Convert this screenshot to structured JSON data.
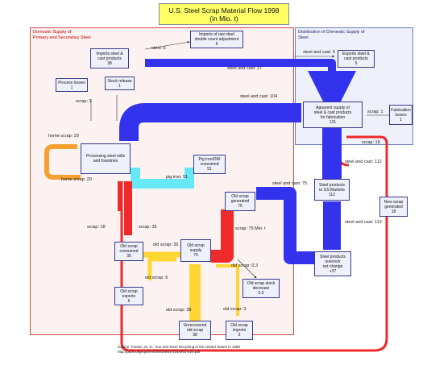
{
  "title": {
    "line1": "U.S. Steel Scrap Material Flow 1998",
    "line2": "(in Mio. t)"
  },
  "regions": {
    "domestic_supply": {
      "line1": "Domestic Supply of",
      "line2": "Primary and Secondary Steel"
    },
    "distribution": {
      "line1": "Distribution of Domestic Supply of",
      "line2": "Steel"
    }
  },
  "boxes": {
    "imports_raw": {
      "line1": "Imports of raw steel",
      "line2": "double count adjustment",
      "value": "6"
    },
    "imports_cast": {
      "line1": "Imports steel &",
      "line2": "cast products",
      "value": "38"
    },
    "process_losses": {
      "line1": "Process losses",
      "value": "1"
    },
    "stock_release": {
      "line1": "Stock release",
      "value": "1"
    },
    "processing": {
      "line1": "Processing steel mills",
      "line2": "and foundries"
    },
    "pig_iron": {
      "line1": "Pig iron/DRI",
      "line2": "consumed",
      "value": "51"
    },
    "old_scrap_generated": {
      "line1": "Old scrap",
      "line2": "generated",
      "value": "75"
    },
    "old_scrap_consumed": {
      "line1": "Old scrap",
      "line2": "consumed",
      "value": "35"
    },
    "old_scrap_supply": {
      "line1": "Old scrap",
      "line2": "supply",
      "value": "75"
    },
    "old_scrap_exports": {
      "line1": "Old scrap",
      "line2": "exports",
      "value": "6"
    },
    "stock_decrease": {
      "line1": "Old scrap stock",
      "line2": "decrease",
      "value": "0.3"
    },
    "unrecovered": {
      "line1": "Unrecovered",
      "line2": "old scrap",
      "value": "38"
    },
    "old_scrap_imports": {
      "line1": "Old scrap",
      "line2": "imports",
      "value": "3"
    },
    "exports_steel": {
      "line1": "Exports steel &",
      "line2": "cast products",
      "value": "5"
    },
    "apparent_supply": {
      "line1": "Apparent supply of",
      "line2": "steel & cast products",
      "line3": "for fabrication",
      "value": "131"
    },
    "fabrication_losses": {
      "line1": "Fabrication",
      "line2": "losses",
      "value": "1"
    },
    "steel_products_us": {
      "line1": "Steel products",
      "line2": "to US Markets",
      "value": "112"
    },
    "steel_reservoir": {
      "line1": "Steel products",
      "line2": "reservoir",
      "line3": "net change",
      "value": "+37"
    },
    "new_scrap": {
      "line1": "New scrap",
      "line2": "generated",
      "value": "18"
    }
  },
  "flow_labels": {
    "steel_6": "steel: 6",
    "steel_cast_27": "steel and cast: 27",
    "steel_cast_5": "steel and cast: 5",
    "steel_cast_104": "steel and cast: 104",
    "scrap_1_a": "scrap: 1",
    "scrap_1_b": "scrap: 1",
    "home_scrap_20_a": "home scrap: 20",
    "home_scrap_20_b": "home scrap: 20",
    "pig_iron_51": "pig iron: 51",
    "scrap_18_a": "scrap: 18",
    "scrap_18_b": "scrap: 18",
    "steel_cast_112_a": "steel and cast: 112",
    "steel_cast_112_b": "steel and cast: 112",
    "steel_cast_75": "steel and cast: 75",
    "scrap_35": "scrap: 35",
    "scrap_75_mio": "scrap: 75 Mio. t",
    "old_scrap_35": "old scrap: 35",
    "old_scrap_0_3": "old scrap: 0,3",
    "old_scrap_6": "old scrap: 6",
    "old_scrap_38": "old scrap: 38",
    "old_scrap_3": "old scrap: 3"
  },
  "source": {
    "line1": "Source: Fenton, M. D.: Iron and Steel Recycling in the United States in 1998",
    "line2": "http://pubs.usgs.gov/of/2001/of01-224/of01-224.pdf"
  },
  "colors": {
    "blue": "#3333ee",
    "red": "#ee2a2a",
    "yellow": "#ffd633",
    "orange": "#f5a030",
    "cyan": "#66e8f5",
    "region_left_fill": "#fdf2f2",
    "region_right_fill": "#eef1fa"
  }
}
